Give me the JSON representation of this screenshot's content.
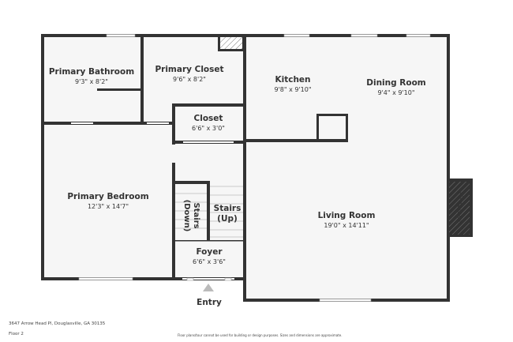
{
  "rooms": {
    "primary_bathroom": {
      "name": "Primary Bathroom",
      "dims": "9'3\" x 8'2\""
    },
    "primary_closet": {
      "name": "Primary Closet",
      "dims": "9'6\" x 8'2\""
    },
    "kitchen": {
      "name": "Kitchen",
      "dims": "9'8\" x 9'10\""
    },
    "dining_room": {
      "name": "Dining Room",
      "dims": "9'4\" x 9'10\""
    },
    "closet": {
      "name": "Closet",
      "dims": "6'6\" x 3'0\""
    },
    "primary_bedroom": {
      "name": "Primary Bedroom",
      "dims": "12'3\" x 14'7\""
    },
    "stairs_down": {
      "name": "Stairs\n(Down)"
    },
    "stairs_up": {
      "name": "Stairs\n(Up)"
    },
    "living_room": {
      "name": "Living Room",
      "dims": "19'0\" x 14'11\""
    },
    "foyer": {
      "name": "Foyer",
      "dims": "6'6\" x 3'6\""
    },
    "fireplace": {
      "name": "Fireplace"
    }
  },
  "entry_label": "Entry",
  "footer": {
    "address": "3647 Arrow Head Pl, Douglasville, GA 30135",
    "floor": "Floor 2",
    "disclaimer": "Floor plans/tour cannot be used for building or design purposes. Sizes and dimensions are approximate."
  },
  "colors": {
    "wall": "#333333",
    "floor": "#f6f6f6",
    "window": "#ffffff"
  }
}
